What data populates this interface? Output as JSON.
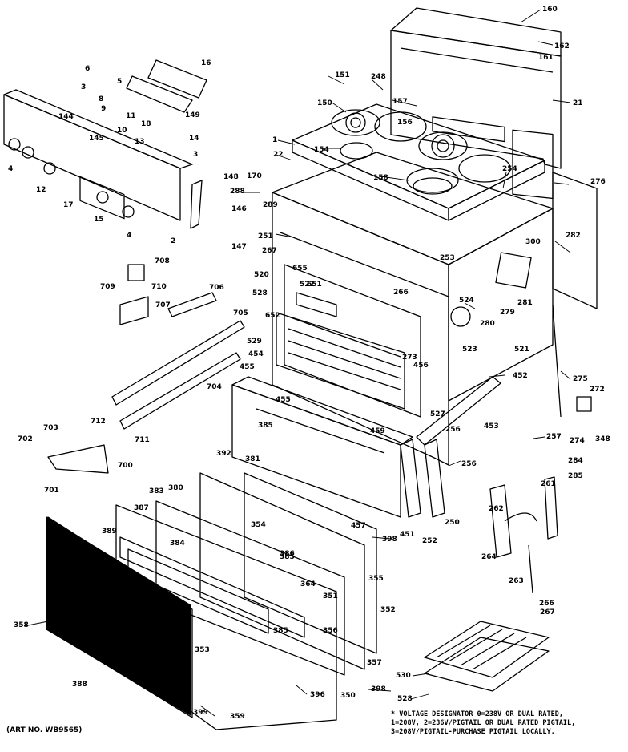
{
  "art_number": "(ART NO. WB9565)",
  "note_lines": [
    "* VOLTAGE DESIGNATOR 0=238V OR DUAL RATED,",
    "1=208V, 2=236V/PIGTAIL OR DUAL RATED PIGTAIL,",
    "3=208V/PIGTAIL-PURCHASE PIGTAIL LOCALLY."
  ],
  "callouts": [
    "160",
    "162",
    "161",
    "16",
    "6",
    "5",
    "151",
    "248",
    "150",
    "157",
    "21",
    "3",
    "8",
    "9",
    "11",
    "18",
    "156",
    "144",
    "10",
    "149",
    "14",
    "145",
    "13",
    "3",
    "1",
    "154",
    "4",
    "12",
    "22",
    "148",
    "170",
    "158",
    "254",
    "276",
    "17",
    "288",
    "289",
    "2",
    "15",
    "4",
    "146",
    "251",
    "282",
    "147",
    "267",
    "253",
    "300",
    "708",
    "520",
    "655",
    "522",
    "528",
    "651",
    "266",
    "524",
    "279",
    "281",
    "706",
    "709",
    "710",
    "707",
    "705",
    "652",
    "523",
    "280",
    "521",
    "529",
    "454",
    "455",
    "273",
    "452",
    "704",
    "456",
    "455",
    "527",
    "453",
    "272",
    "275",
    "712",
    "703",
    "702",
    "711",
    "385",
    "459",
    "256",
    "257",
    "274",
    "348",
    "700",
    "701",
    "381",
    "392",
    "256",
    "284",
    "285",
    "383",
    "380",
    "457",
    "451",
    "252",
    "250",
    "261",
    "262",
    "387",
    "389",
    "354",
    "386",
    "384",
    "398",
    "385",
    "264",
    "263",
    "358",
    "364",
    "355",
    "351",
    "352",
    "385",
    "266",
    "267",
    "353",
    "356",
    "357",
    "530",
    "388",
    "398",
    "350",
    "528",
    "399",
    "396",
    "359"
  ]
}
